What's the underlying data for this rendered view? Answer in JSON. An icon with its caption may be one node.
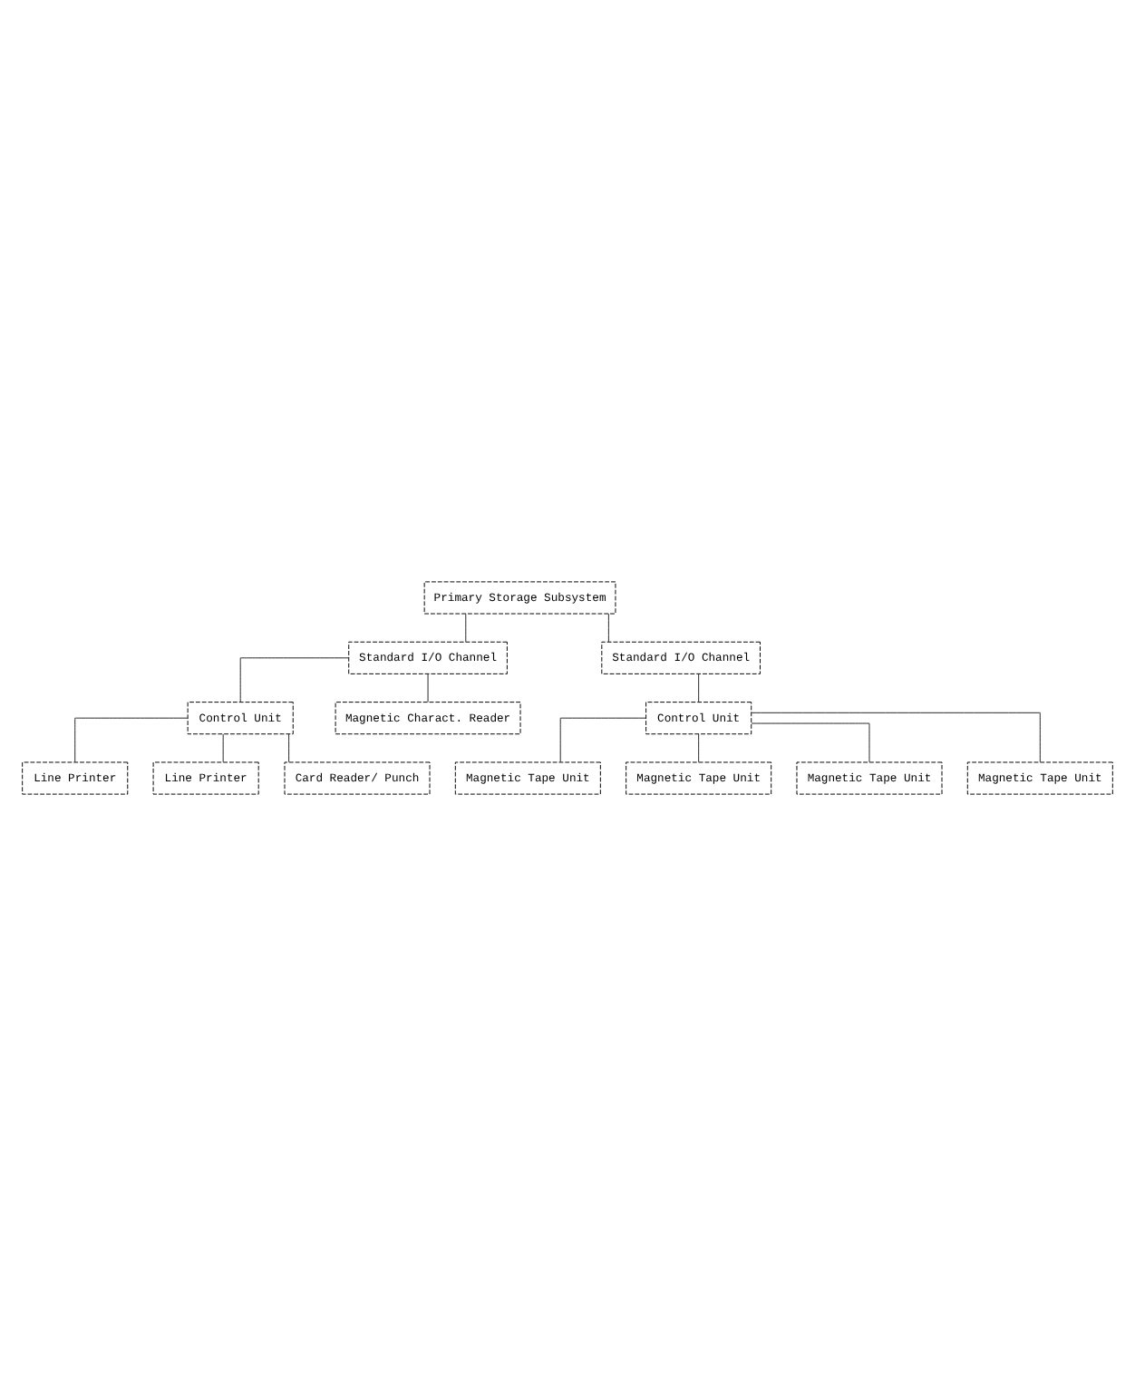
{
  "diagram": {
    "nodes": [
      {
        "text": [
          "Primary Storage Subsystem"
        ]
      },
      {
        "text": [
          "Standard I/O Channel"
        ]
      },
      {
        "text": [
          "Standard I/O Channel"
        ]
      },
      {
        "text": [
          "Control Unit"
        ]
      },
      {
        "text": [
          "Control Unit"
        ]
      },
      {
        "text": [
          "Line Printer"
        ]
      },
      {
        "text": [
          "Magnetic Tape Unit"
        ]
      },
      {
        "text": [
          "Line Printer"
        ]
      },
      {
        "text": [
          "Magnetic Tape Unit"
        ]
      },
      {
        "text": [
          "Card Reader/ Punch"
        ]
      },
      {
        "text": [
          "Magnetic Tape Unit"
        ]
      },
      {
        "text": [
          "Magnetic Tape Unit"
        ]
      },
      {
        "text": [
          "Magnetic Charact. Reader"
        ]
      }
    ],
    "edges": [
      {
        "from": 0,
        "to": 1,
        "arrow": "none"
      },
      {
        "from": 0,
        "to": 2,
        "arrow": "none"
      },
      {
        "from": 1,
        "to": 3,
        "arrow": "none"
      },
      {
        "from": 1,
        "to": 12,
        "arrow": "none"
      },
      {
        "from": 2,
        "to": 4,
        "arrow": "none"
      },
      {
        "from": 3,
        "to": 5,
        "arrow": "none"
      },
      {
        "from": 3,
        "to": 7,
        "arrow": "none"
      },
      {
        "from": 3,
        "to": 9,
        "arrow": "none"
      },
      {
        "from": 4,
        "to": 6,
        "arrow": "none"
      },
      {
        "from": 4,
        "to": 8,
        "arrow": "none"
      },
      {
        "from": 4,
        "to": 10,
        "arrow": "none"
      },
      {
        "from": 4,
        "to": 11,
        "arrow": "none"
      }
    ]
  }
}
